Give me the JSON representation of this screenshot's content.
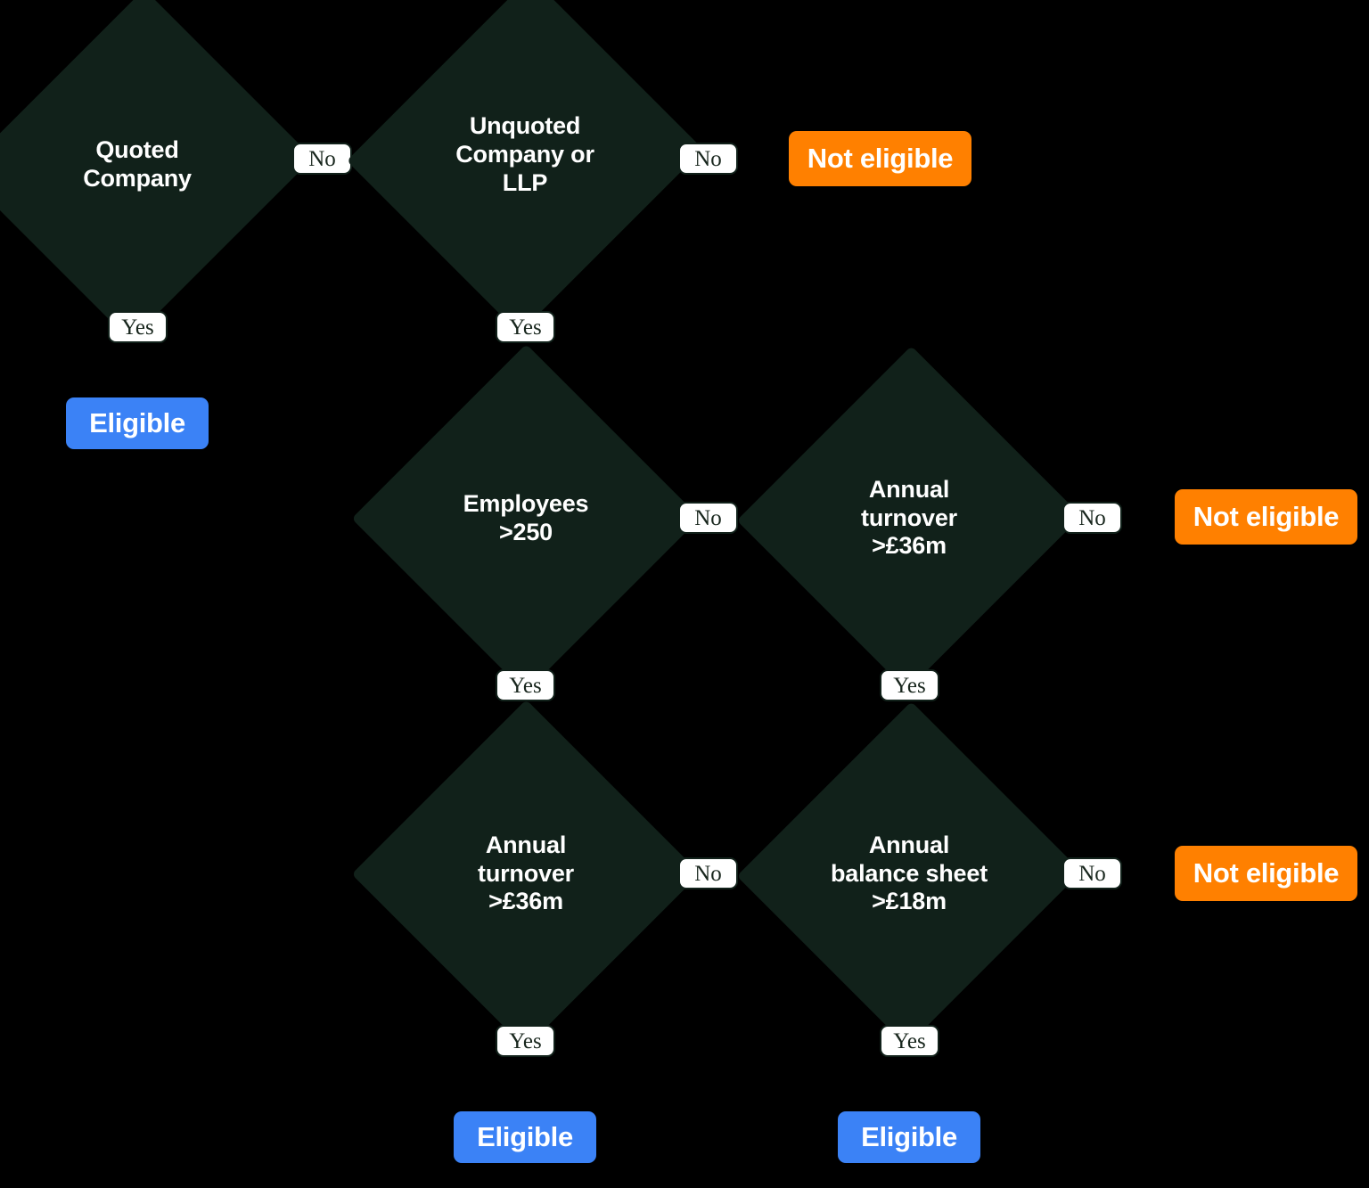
{
  "page": {
    "title": "Company size eligibility decision flowchart",
    "background_color": "#000000"
  },
  "colors": {
    "diamond_fill": "#11211a",
    "eligible": "#3b82f6",
    "not_eligible": "#FF8000",
    "pill_background": "#ffffff",
    "pill_border": "#11211a",
    "text_on_dark": "#ffffff"
  },
  "decisions": {
    "quoted_company": "Quoted\nCompany",
    "unquoted_company_or_llp": "Unquoted\nCompany or\nLLP",
    "employees_250": "Employees\n>250",
    "annual_turnover_36m_row2": "Annual\nturnover\n>£36m",
    "annual_turnover_36m_row3": "Annual\nturnover\n>£36m",
    "annual_balance_sheet_18m": "Annual\nbalance sheet\n>£18m"
  },
  "edges": {
    "no_1": "No",
    "no_2": "No",
    "no_3": "No",
    "no_4": "No",
    "no_5": "No",
    "no_6": "No",
    "yes_1": "Yes",
    "yes_2": "Yes",
    "yes_3": "Yes",
    "yes_4": "Yes",
    "yes_5": "Yes",
    "yes_6": "Yes"
  },
  "outcomes": {
    "eligible_1": "Eligible",
    "eligible_2": "Eligible",
    "eligible_3": "Eligible",
    "not_eligible_1": "Not eligible",
    "not_eligible_2": "Not eligible",
    "not_eligible_3": "Not eligible"
  }
}
